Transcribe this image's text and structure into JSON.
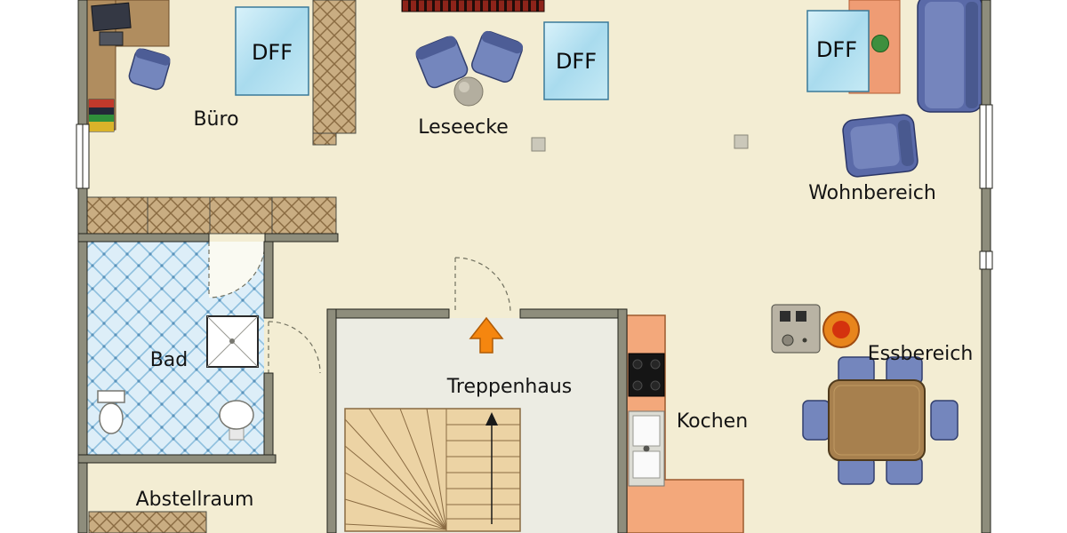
{
  "rooms": {
    "buero": {
      "label": "Büro"
    },
    "leseecke": {
      "label": "Leseecke"
    },
    "wohnbereich": {
      "label": "Wohnbereich"
    },
    "bad": {
      "label": "Bad"
    },
    "treppenhaus": {
      "label": "Treppenhaus"
    },
    "kochen": {
      "label": "Kochen"
    },
    "essbereich": {
      "label": "Essbereich"
    },
    "abstellraum": {
      "label": "Abstellraum"
    }
  },
  "skylights": [
    {
      "label": "DFF"
    },
    {
      "label": "DFF"
    },
    {
      "label": "DFF"
    }
  ],
  "colors": {
    "floor": "#f3edd3",
    "wall_fill": "#8e8d7c",
    "skylight_blue": "#bfe5f2",
    "bath_tile": "#ddeef8",
    "counter_salmon": "#f3a87b",
    "stairs_beige": "#ecd3a4",
    "arrow_orange": "#f5860f",
    "wood_brown": "#b08d5f",
    "hatch_brown": "#c9ad82",
    "seat_blue": "#7486bd",
    "sofa_blue": "#5a6aa8",
    "table_brown": "#a7804e",
    "plant_green": "#3e8f3e",
    "stair_room_floor": "#ecece3"
  }
}
